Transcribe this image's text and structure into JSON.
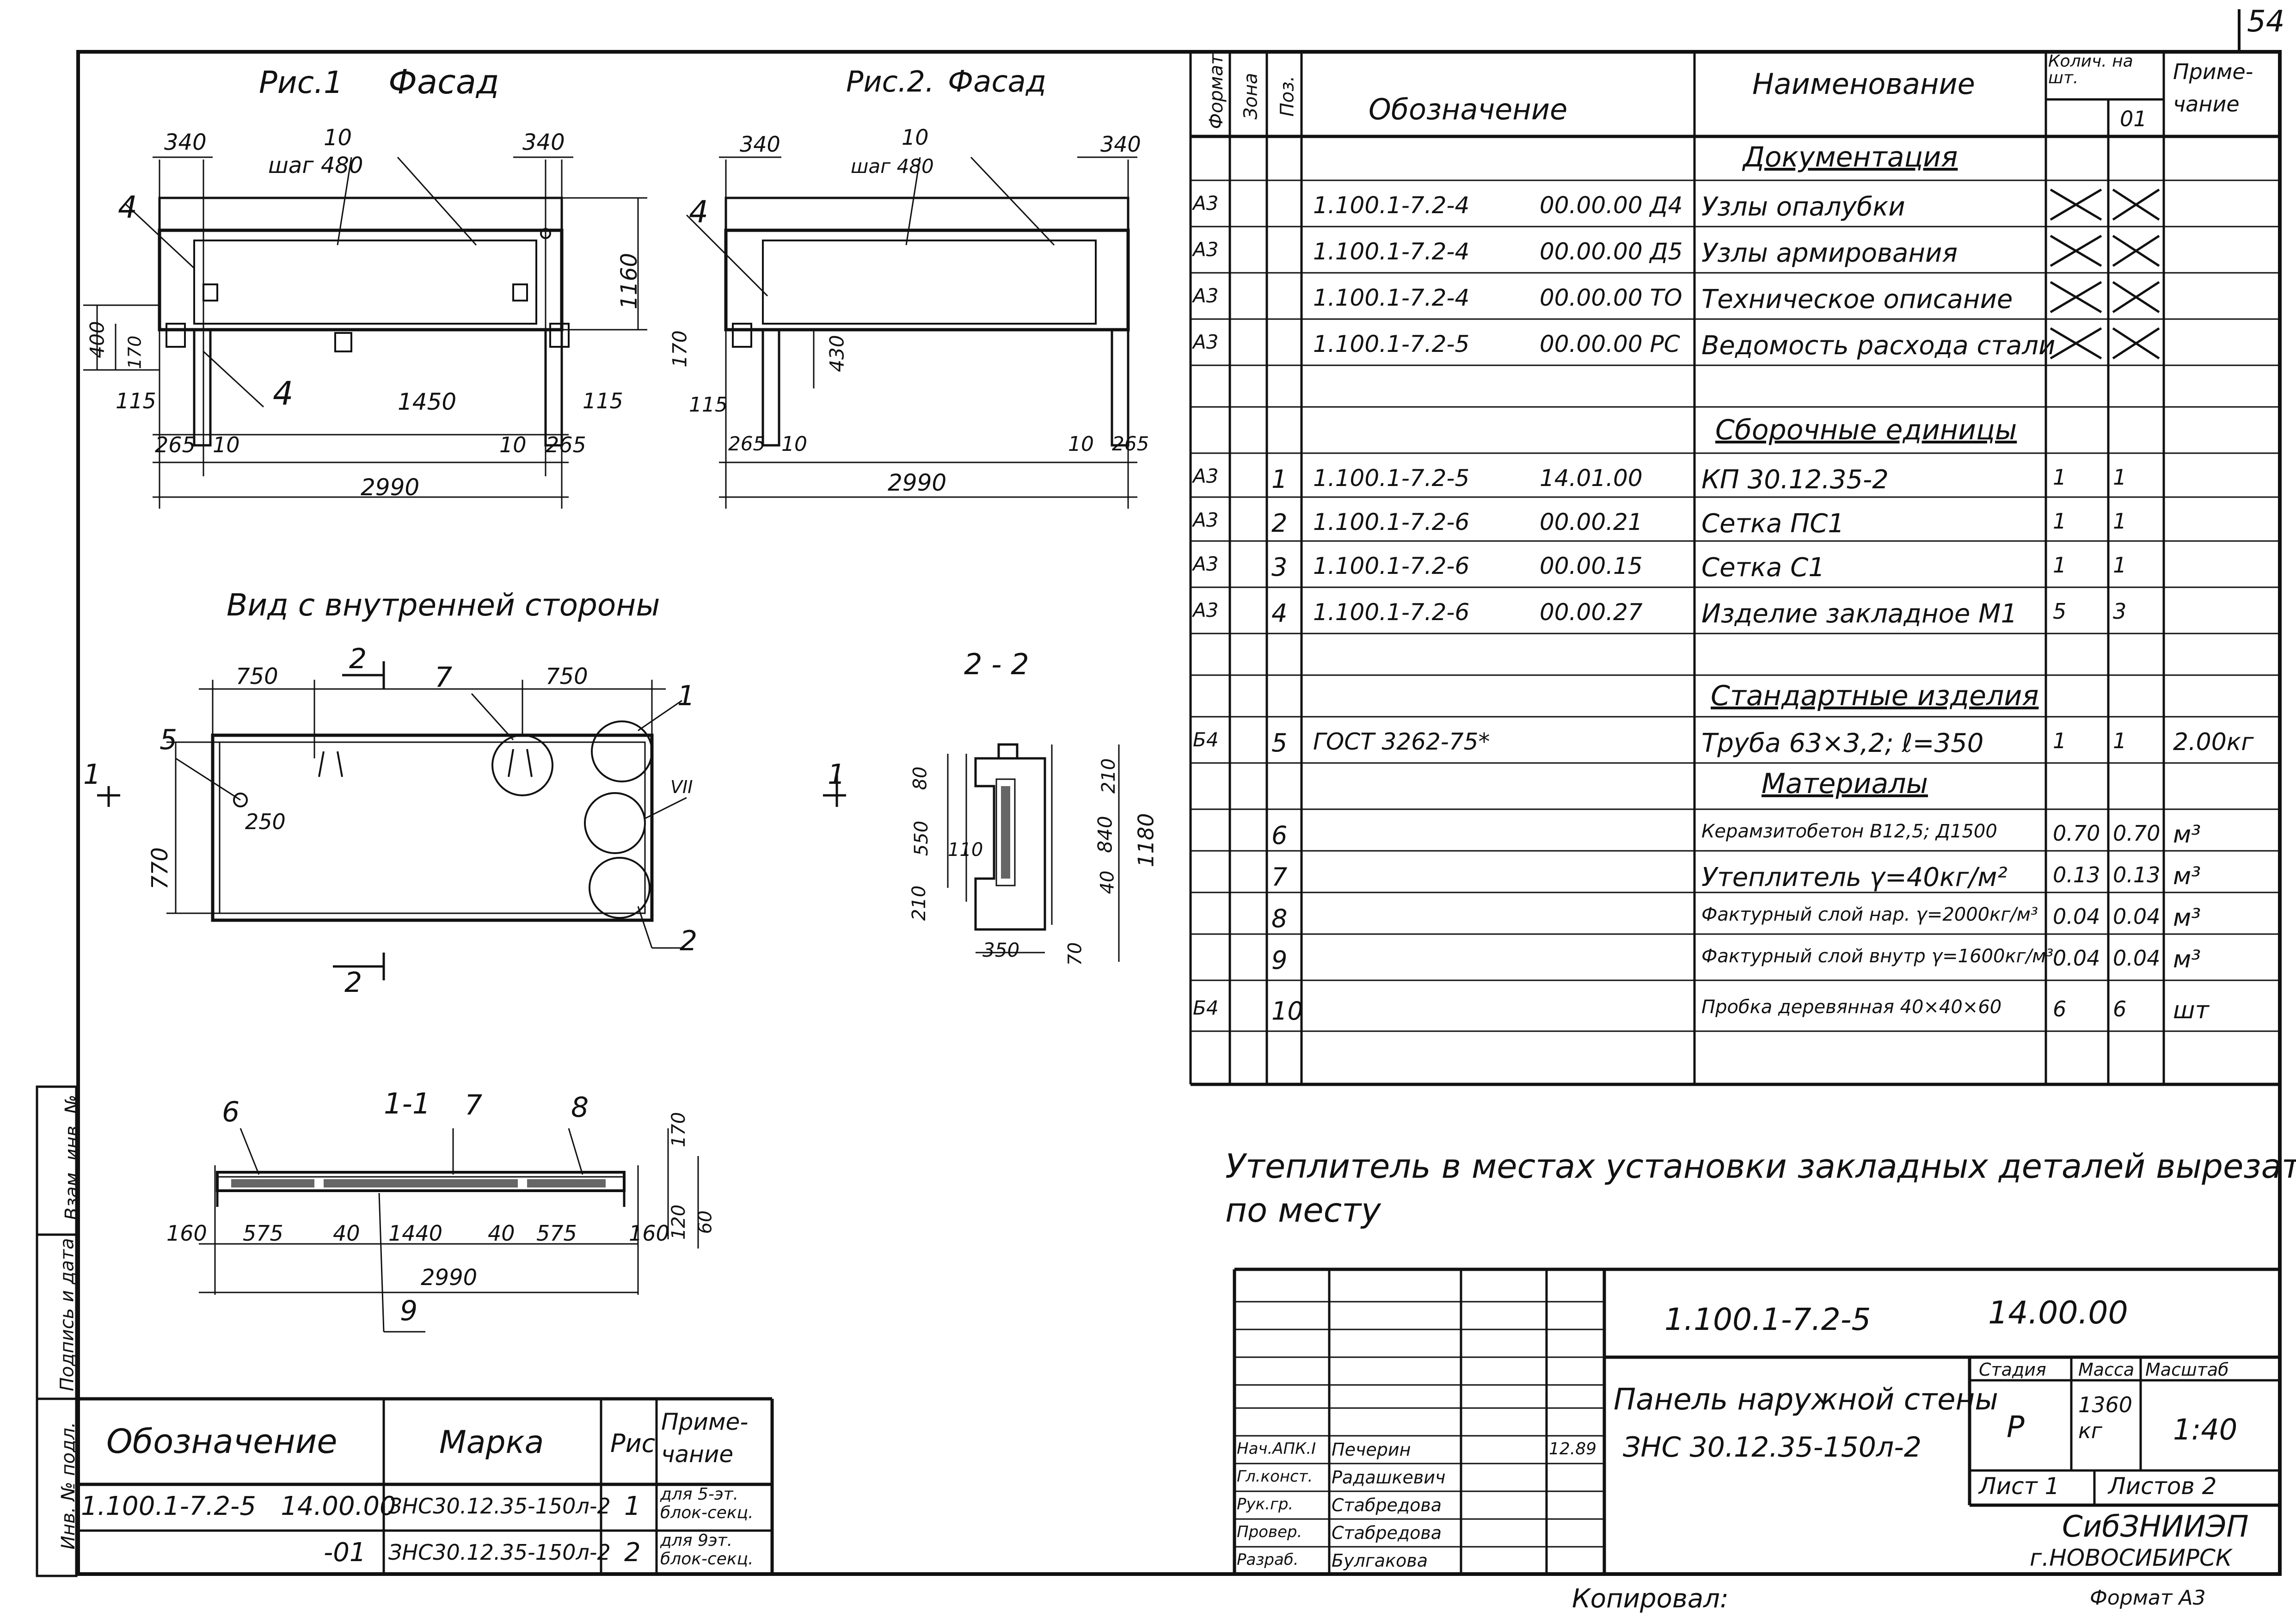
{
  "sheet_number": "54",
  "figures": {
    "fig1_title": "Рис.1",
    "fig1_name": "Фасад",
    "fig2_title": "Рис.2.",
    "fig2_name": "Фасад",
    "view_title": "Вид с внутренней стороны",
    "section22": "2 - 2",
    "section11": "1-1",
    "step_count": "10",
    "step_label": "шаг 480",
    "dim_340": "340",
    "dim_1160": "1160",
    "dim_1180": "1180",
    "dim_400": "400",
    "dim_170": "170",
    "dim_115": "115",
    "dim_1450": "1450",
    "dim_265": "265",
    "dim_10": "10",
    "dim_2990": "2990",
    "dim_430": "430",
    "dim_750": "750",
    "dim_770": "770",
    "dim_250": "250",
    "dim_80": "80",
    "dim_550": "550",
    "dim_110": "110",
    "dim_210": "210",
    "dim_840": "840",
    "dim_40": "40",
    "dim_70": "70",
    "dim_350": "350",
    "dim_60": "60",
    "dim_120": "120",
    "dim_160": "160",
    "dim_575": "575",
    "dim_1440": "1440",
    "pos_1": "1",
    "pos_2": "2",
    "pos_4": "4",
    "pos_5": "5",
    "pos_6": "6",
    "pos_7": "7",
    "pos_8": "8",
    "pos_9": "9",
    "roman_7": "VII"
  },
  "spec": {
    "headers": {
      "format": "Формат",
      "zone": "Зона",
      "pos": "Поз.",
      "designation": "Обозначение",
      "name": "Наименование",
      "qty_top": "Колич. на шт.",
      "qty_01": "01",
      "note": "Приме- чание"
    },
    "sections": {
      "documentation": "Документация",
      "assembly": "Сборочные единицы",
      "standard": "Стандартные изделия",
      "materials": "Материалы"
    },
    "rows": [
      {
        "format": "А3",
        "pos": "",
        "des": "1.100.1-7.2-4",
        "code": "00.00.00 Д4",
        "name": "Узлы опалубки",
        "q1": "",
        "q2": "",
        "note": ""
      },
      {
        "format": "А3",
        "pos": "",
        "des": "1.100.1-7.2-4",
        "code": "00.00.00 Д5",
        "name": "Узлы армирования",
        "q1": "",
        "q2": "",
        "note": ""
      },
      {
        "format": "А3",
        "pos": "",
        "des": "1.100.1-7.2-4",
        "code": "00.00.00 ТО",
        "name": "Техническое описание",
        "q1": "",
        "q2": "",
        "note": ""
      },
      {
        "format": "А3",
        "pos": "",
        "des": "1.100.1-7.2-5",
        "code": "00.00.00 РС",
        "name": "Ведомость расхода стали",
        "q1": "",
        "q2": "",
        "note": ""
      },
      {
        "format": "А3",
        "pos": "1",
        "des": "1.100.1-7.2-5",
        "code": "14.01.00",
        "name": "КП 30.12.35-2",
        "q1": "1",
        "q2": "1",
        "note": ""
      },
      {
        "format": "А3",
        "pos": "2",
        "des": "1.100.1-7.2-6",
        "code": "00.00.21",
        "name": "Сетка ПС1",
        "q1": "1",
        "q2": "1",
        "note": ""
      },
      {
        "format": "А3",
        "pos": "3",
        "des": "1.100.1-7.2-6",
        "code": "00.00.15",
        "name": "Сетка С1",
        "q1": "1",
        "q2": "1",
        "note": ""
      },
      {
        "format": "А3",
        "pos": "4",
        "des": "1.100.1-7.2-6",
        "code": "00.00.27",
        "name": "Изделие закладное М1",
        "q1": "5",
        "q2": "3",
        "note": ""
      },
      {
        "format": "Б4",
        "pos": "5",
        "des": "ГОСТ 3262-75*",
        "code": "",
        "name": "Труба 63×3,2; ℓ=350",
        "q1": "1",
        "q2": "1",
        "note": "2.00кг"
      },
      {
        "format": "",
        "pos": "6",
        "des": "",
        "code": "",
        "name": "Керамзитобетон В12,5; Д1500",
        "q1": "0.70",
        "q2": "0.70",
        "note": "м³"
      },
      {
        "format": "",
        "pos": "7",
        "des": "",
        "code": "",
        "name": "Утеплитель γ=40кг/м²",
        "q1": "0.13",
        "q2": "0.13",
        "note": "м³"
      },
      {
        "format": "",
        "pos": "8",
        "des": "",
        "code": "",
        "name": "Фактурный слой нар. γ=2000кг/м³",
        "q1": "0.04",
        "q2": "0.04",
        "note": "м³"
      },
      {
        "format": "",
        "pos": "9",
        "des": "",
        "code": "",
        "name": "Фактурный слой внутр γ=1600кг/м³",
        "q1": "0.04",
        "q2": "0.04",
        "note": "м³"
      },
      {
        "format": "Б4",
        "pos": "10",
        "des": "",
        "code": "",
        "name": "Пробка деревянная 40×40×60",
        "q1": "6",
        "q2": "6",
        "note": "шт"
      }
    ]
  },
  "note_text_line1": "Утеплитель в местах установки закладных деталей вырезать",
  "note_text_line2": "по месту",
  "title_block": {
    "doc_code": "1.100.1-7.2-5",
    "doc_num": "14.00.00",
    "title_line1": "Панель наружной стены",
    "title_line2": "ЗНС 30.12.35-150л-2",
    "stage_label": "Стадия",
    "mass_label": "Масса",
    "scale_label": "Масштаб",
    "stage": "Р",
    "mass": "1360 кг",
    "scale": "1:40",
    "sheet": "Лист 1",
    "sheets": "Листов 2",
    "org1": "СибЗНИИЭП",
    "org2": "г.НОВОСИБИРСК",
    "roles": [
      {
        "role": "Нач.АПК.І",
        "name": "Печерин",
        "date": "12.89"
      },
      {
        "role": "Гл.конст.",
        "name": "Радашкевич",
        "date": ""
      },
      {
        "role": "Рук.гр.",
        "name": "Стабредова",
        "date": ""
      },
      {
        "role": "Провер.",
        "name": "Стабредова",
        "date": ""
      },
      {
        "role": "Разраб.",
        "name": "Булгакова",
        "date": ""
      }
    ]
  },
  "mark_table": {
    "headers": {
      "des": "Обозначение",
      "mark": "Марка",
      "fig": "Рис",
      "note": "Приме- чание"
    },
    "rows": [
      {
        "des": "1.100.1-7.2-5   14.00.00",
        "mark": "ЗНС30.12.35-150л-2",
        "fig": "1",
        "note": "для 5-эт. блок-секц."
      },
      {
        "des": "-01",
        "mark": "ЗНС30.12.35-150л-2",
        "fig": "2",
        "note": "для 9эт. блок-секц."
      }
    ]
  },
  "side_stamps": {
    "a": "Взам. инв. №",
    "b": "Подпись и дата",
    "c": "Инв. № подл."
  },
  "footer": {
    "copied": "Копировал:",
    "format": "Формат А3"
  }
}
